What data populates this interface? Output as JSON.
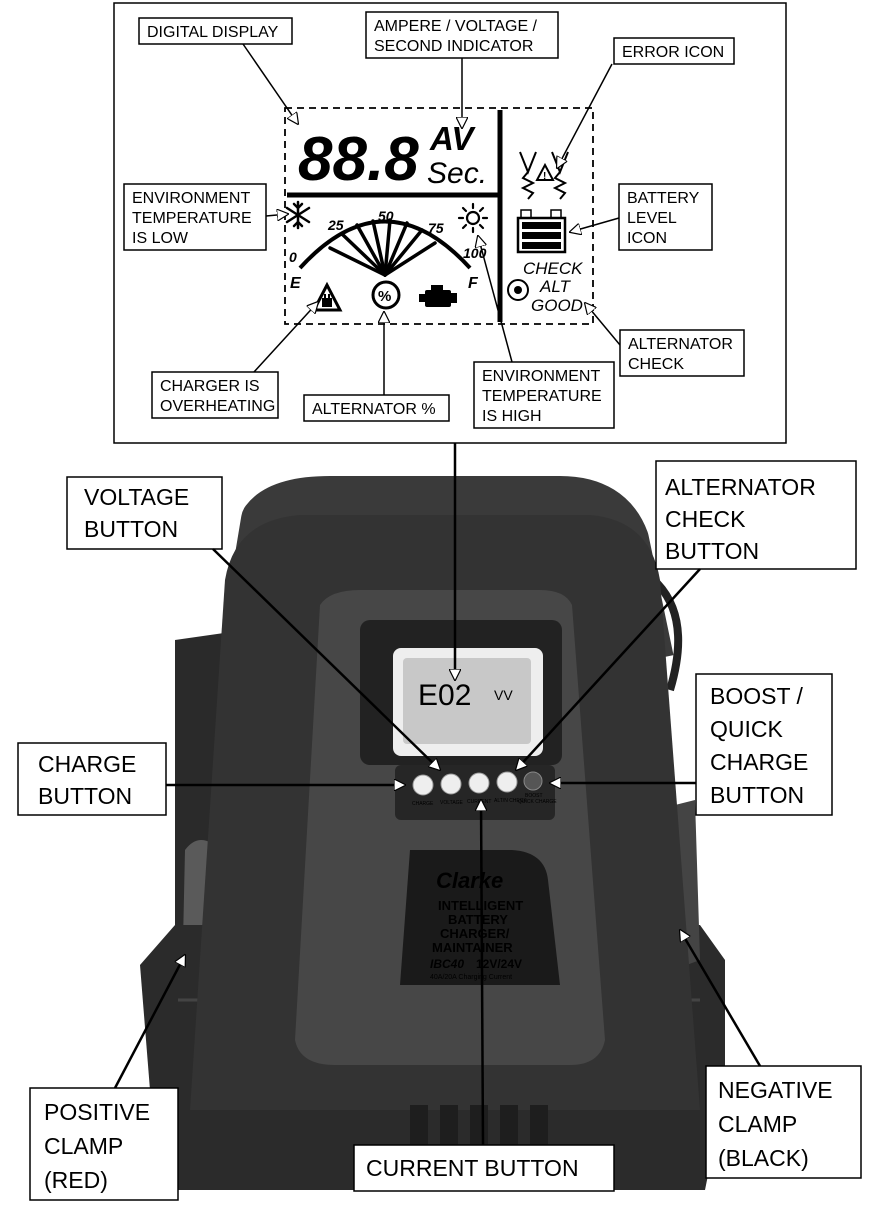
{
  "lcd": {
    "digits": "88.8",
    "unit_av": "AV",
    "unit_sec": "Sec.",
    "scale_0": "0",
    "scale_25": "25",
    "scale_50": "50",
    "scale_75": "75",
    "scale_100": "100",
    "scale_e": "E",
    "scale_f": "F",
    "percent": "%",
    "check": "CHECK",
    "alt": "ALT",
    "good": "GOOD"
  },
  "callouts": {
    "digital_display": "DIGITAL DISPLAY",
    "indicator_line1": "AMPERE / VOLTAGE /",
    "indicator_line2": "SECOND INDICATOR",
    "error_icon": "ERROR ICON",
    "battery_level": [
      "BATTERY",
      "LEVEL",
      "ICON"
    ],
    "env_low": [
      "ENVIRONMENT",
      "TEMPERATURE",
      "IS LOW"
    ],
    "alternator_check": [
      "ALTERNATOR",
      "CHECK"
    ],
    "overheating": [
      "CHARGER IS",
      "OVERHEATING"
    ],
    "alternator_pct": "ALTERNATOR %",
    "env_high": [
      "ENVIRONMENT",
      "TEMPERATURE",
      "IS HIGH"
    ]
  },
  "device_callouts": {
    "voltage_button": [
      "VOLTAGE",
      "BUTTON"
    ],
    "alt_check_button": [
      "ALTERNATOR",
      "CHECK",
      "BUTTON"
    ],
    "charge_button": [
      "CHARGE",
      "BUTTON"
    ],
    "boost_button": [
      "BOOST /",
      "QUICK",
      "CHARGE",
      "BUTTON"
    ],
    "positive_clamp": [
      "POSITIVE",
      "CLAMP",
      "(RED)"
    ],
    "current_button": "CURRENT BUTTON",
    "negative_clamp": [
      "NEGATIVE",
      "CLAMP",
      "(BLACK)"
    ]
  },
  "device": {
    "screen_text": "E02",
    "screen_unit": "VV",
    "button_labels": [
      "CHARGE",
      "VOLTAGE",
      "CURRENT",
      "ALT/N CHECK",
      "BOOST"
    ],
    "boost_sub": "QUICK CHARGE",
    "brand": "Clarke",
    "product_lines": [
      "INTELLIGENT",
      "BATTERY",
      "CHARGER/",
      "MAINTAINER"
    ],
    "model": "IBC40",
    "voltage": "12V/24V",
    "current_note": "40A/20A Charging Current"
  }
}
